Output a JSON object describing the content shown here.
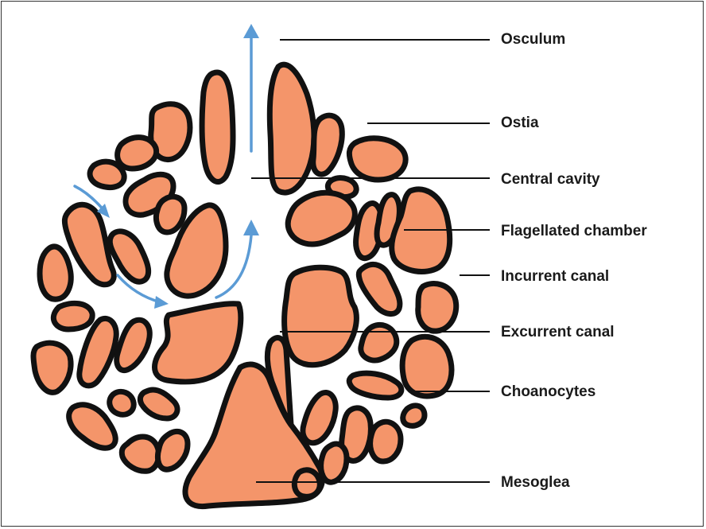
{
  "labels": {
    "osculum": "Osculum",
    "ostia": "Ostia",
    "central_cavity": "Central cavity",
    "flagellated_chamber": "Flagellated chamber",
    "incurrent_canal": "Incurrent canal",
    "excurrent_canal": "Excurrent canal",
    "choanocytes": "Choanocytes",
    "mesoglea": "Mesoglea"
  },
  "colors": {
    "tissue_fill": "#F4956A",
    "outline": "#111111",
    "water_flow": "#5B9BD5"
  }
}
